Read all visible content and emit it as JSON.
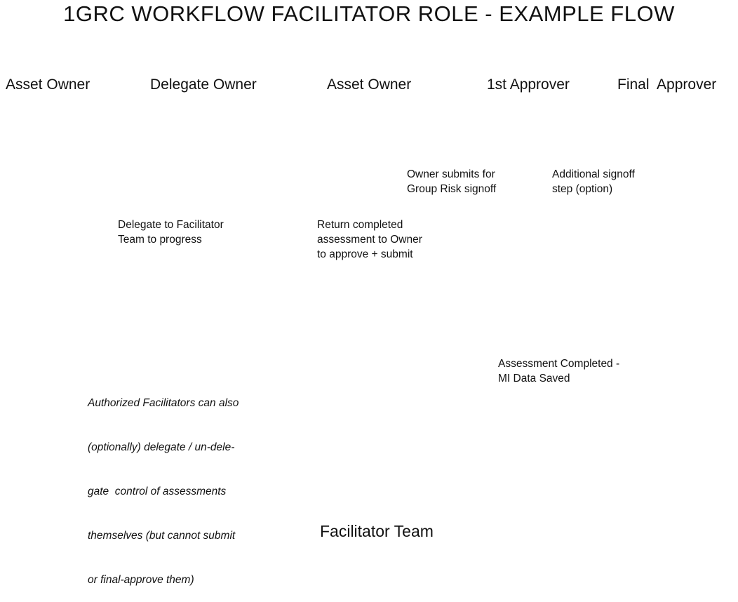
{
  "title": "1GRC WORKFLOW FACILITATOR ROLE - EXAMPLE FLOW",
  "roles": {
    "asset_owner_1": "Asset Owner",
    "delegate_owner": "Delegate Owner",
    "asset_owner_2": "Asset Owner",
    "first_approver": "1st Approver",
    "final_approver": "Final  Approver"
  },
  "captions": {
    "delegate": [
      "Delegate to Facilitator",
      "Team to progress"
    ],
    "return": [
      "Return completed",
      "assessment to Owner",
      "to approve + submit"
    ],
    "owner_submits": [
      "Owner submits for",
      "Group Risk signoff"
    ],
    "additional": [
      "Additional signoff",
      "step (option)"
    ],
    "completed": [
      "Assessment Completed -",
      "MI Data Saved"
    ],
    "facilitators_note": [
      "Authorized Facilitators can also",
      "(optionally) delegate / un-dele-",
      "gate  control of assessments",
      "themselves (but cannot submit",
      "or final-approve them)"
    ]
  },
  "team_label": "Facilitator Team",
  "colors": {
    "arrow": "#3469b4",
    "shirt": "#dfe9f4",
    "suit": "#1e3a78",
    "pink": "#e5317c",
    "target_red": "#e2242b",
    "check_green": "#56b431",
    "arrow_orange": "#f08a24"
  }
}
